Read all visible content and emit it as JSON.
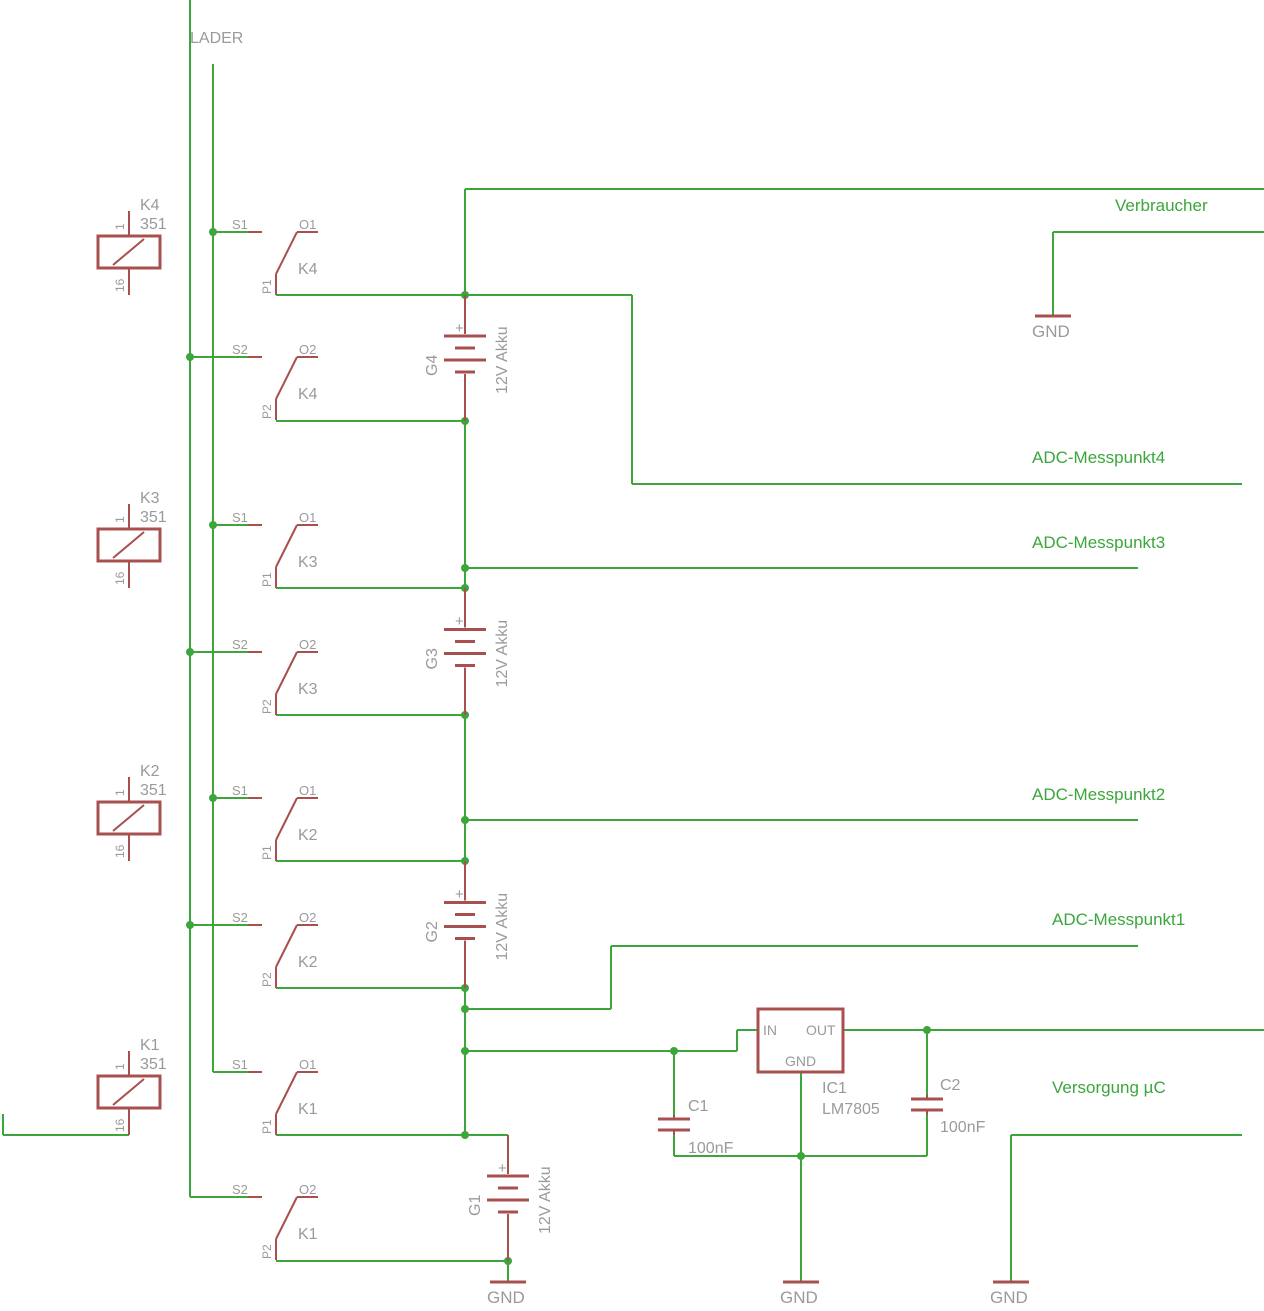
{
  "supply_label": "LADER",
  "net_labels": {
    "verbraucher": "Verbraucher",
    "adc4": "ADC-Messpunkt4",
    "adc3": "ADC-Messpunkt3",
    "adc2": "ADC-Messpunkt2",
    "adc1": "ADC-Messpunkt1",
    "versorgung": "Versorgung µC"
  },
  "relays": [
    {
      "name": "K4",
      "value": "351",
      "pin_top": "1",
      "pin_bottom": "16"
    },
    {
      "name": "K3",
      "value": "351",
      "pin_top": "1",
      "pin_bottom": "16"
    },
    {
      "name": "K2",
      "value": "351",
      "pin_top": "1",
      "pin_bottom": "16"
    },
    {
      "name": "K1",
      "value": "351",
      "pin_top": "1",
      "pin_bottom": "16"
    }
  ],
  "switch_pins": {
    "s1": "S1",
    "o1": "O1",
    "p1": "P1",
    "s2": "S2",
    "o2": "O2",
    "p2": "P2"
  },
  "batteries": [
    {
      "name": "G4",
      "value": "12V Akku",
      "plus": "+"
    },
    {
      "name": "G3",
      "value": "12V Akku",
      "plus": "+"
    },
    {
      "name": "G2",
      "value": "12V Akku",
      "plus": "+"
    },
    {
      "name": "G1",
      "value": "12V Akku",
      "plus": "+"
    }
  ],
  "regulator": {
    "name": "IC1",
    "value": "LM7805",
    "pin_in": "IN",
    "pin_out": "OUT",
    "pin_gnd": "GND"
  },
  "capacitors": [
    {
      "name": "C1",
      "value": "100nF"
    },
    {
      "name": "C2",
      "value": "100nF"
    }
  ],
  "gnd_label": "GND",
  "colors": {
    "wire": "#3ca63c",
    "symbol": "#a8504f",
    "label": "#9a9a9a",
    "net_label": "#3ca63c"
  }
}
